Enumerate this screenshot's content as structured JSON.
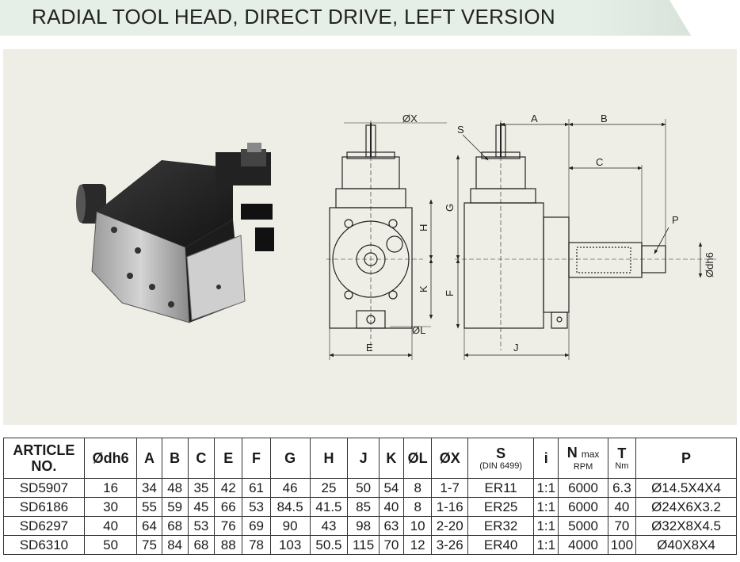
{
  "title": "RADIAL TOOL HEAD, DIRECT DRIVE, LEFT VERSION",
  "drawing_labels": {
    "ox": "ØX",
    "a": "A",
    "b": "B",
    "c": "C",
    "s": "S",
    "g": "G",
    "h": "H",
    "k": "K",
    "f": "F",
    "e": "E",
    "ol": "ØL",
    "j": "J",
    "p": "P",
    "odh6": "Ødh6"
  },
  "table": {
    "headers": {
      "article": "ARTICLE NO.",
      "dh6": "Ødh6",
      "a": "A",
      "b": "B",
      "c": "C",
      "e": "E",
      "f": "F",
      "g": "G",
      "h": "H",
      "j": "J",
      "k": "K",
      "l": "ØL",
      "x": "ØX",
      "s": "S",
      "s_sub": "(DIN 6499)",
      "i": "i",
      "n": "N",
      "n_sup": "max",
      "n_sub": "RPM",
      "t": "T",
      "t_sub": "Nm",
      "p": "P"
    },
    "rows": [
      [
        "SD5907",
        "16",
        "34",
        "48",
        "35",
        "42",
        "61",
        "46",
        "25",
        "50",
        "54",
        "8",
        "1-7",
        "ER11",
        "1:1",
        "6000",
        "6.3",
        "Ø14.5X4X4"
      ],
      [
        "SD6186",
        "30",
        "55",
        "59",
        "45",
        "66",
        "53",
        "84.5",
        "41.5",
        "85",
        "40",
        "8",
        "1-16",
        "ER25",
        "1:1",
        "6000",
        "40",
        "Ø24X6X3.2"
      ],
      [
        "SD6297",
        "40",
        "64",
        "68",
        "53",
        "76",
        "69",
        "90",
        "43",
        "98",
        "63",
        "10",
        "2-20",
        "ER32",
        "1:1",
        "5000",
        "70",
        "Ø32X8X4.5"
      ],
      [
        "SD6310",
        "50",
        "75",
        "84",
        "68",
        "88",
        "78",
        "103",
        "50.5",
        "115",
        "70",
        "12",
        "3-26",
        "ER40",
        "1:1",
        "4000",
        "100",
        "Ø40X8X4"
      ]
    ]
  }
}
